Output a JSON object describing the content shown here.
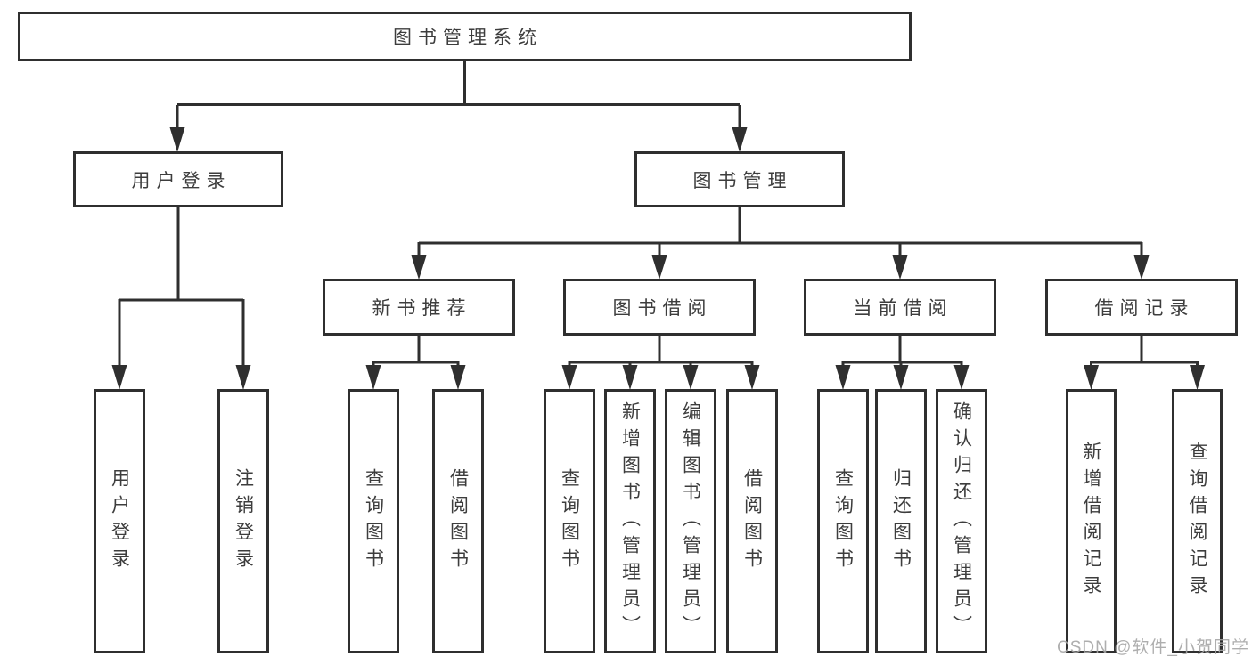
{
  "colors": {
    "line": "#2f2f2f",
    "box_border": "#2f2f2f",
    "text": "#3d3d3d",
    "watermark": "#a5a5a5",
    "background": "#ffffff"
  },
  "diagram": {
    "root": {
      "label": "图书管理系统"
    },
    "level2": [
      {
        "label": "用户登录"
      },
      {
        "label": "图书管理"
      }
    ],
    "level3": [
      {
        "label": "新书推荐"
      },
      {
        "label": "图书借阅"
      },
      {
        "label": "当前借阅"
      },
      {
        "label": "借阅记录"
      }
    ],
    "leaves": {
      "user_login_group": [
        {
          "label": "用户登录"
        },
        {
          "label": "注销登录"
        }
      ],
      "new_book_group": [
        {
          "label": "查询图书"
        },
        {
          "label": "借阅图书"
        }
      ],
      "book_borrow_group": [
        {
          "label": "查询图书"
        },
        {
          "label": "新增图书（管理员）"
        },
        {
          "label": "编辑图书（管理员）"
        },
        {
          "label": "借阅图书"
        }
      ],
      "current_borrow_group": [
        {
          "label": "查询图书"
        },
        {
          "label": "归还图书"
        },
        {
          "label": "确认归还（管理员）"
        }
      ],
      "borrow_record_group": [
        {
          "label": "新增借阅记录"
        },
        {
          "label": "查询借阅记录"
        }
      ]
    }
  },
  "watermark": {
    "text": "CSDN @软件_小贺同学"
  }
}
